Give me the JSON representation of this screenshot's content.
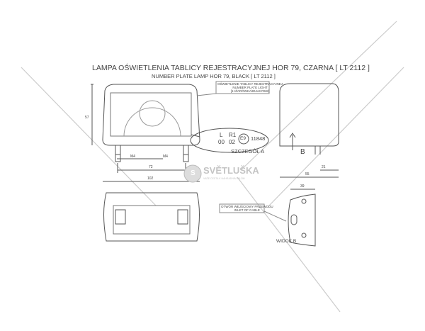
{
  "title": "LAMPA OŚWIETLENIA TABLICY REJESTRACYJNEJ HOR 79, CZARNA [ LT 2112 ]",
  "subtitle": "NUMBER PLATE LAMP HOR 79, BLACK [ LT 2112 ]",
  "callout_lamp": [
    "OŚWIETLENIE TABLICY REJESTRACYJNEJ",
    "NUMBER PLATE LIGHT",
    "[1×ŻARÓWKA/BULB R5W]"
  ],
  "callout_cable": [
    "OTWÓR WEJŚCIOWY PRZEWODU",
    "INLET OF CABLE"
  ],
  "marking": {
    "l": "L",
    "r1": "R1",
    "l_num": "00",
    "r1_num": "02",
    "approval": "E9",
    "number": "11848"
  },
  "detail_label": "SZCZEGÓŁ A",
  "view_label": "WIDOK B",
  "arrow_label": "B",
  "dims": {
    "height": "57",
    "m4_left": "M4",
    "m4_right": "M4",
    "spacing": "72",
    "width": "102",
    "depth": "55",
    "offset": "21",
    "side_width": "39"
  },
  "watermark": {
    "brand": "SVĚTLUŠKA",
    "tagline": "VAŠE CESTA K NÁHRADNÍM DÍLŮM",
    "logo_letter": "S"
  }
}
